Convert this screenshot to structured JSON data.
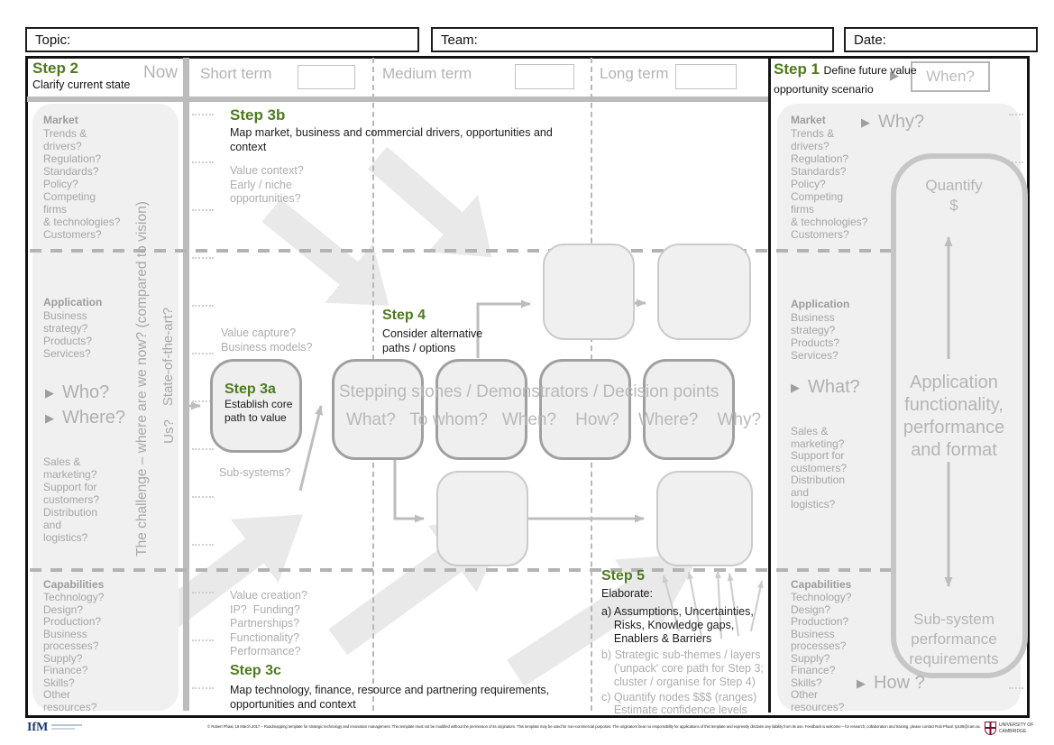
{
  "colors": {
    "accent_green": "#4e7b1f",
    "hint_gray": "#adadad",
    "panel_gray": "#f0f0f0"
  },
  "top_bar": {
    "topic_label": "Topic:",
    "team_label": "Team:",
    "date_label": "Date:"
  },
  "header": {
    "step2": {
      "title": "Step 2",
      "subtitle": "Clarify current state",
      "now_label": "Now"
    },
    "timeline": {
      "short_label": "Short term",
      "medium_label": "Medium term",
      "long_label": "Long term"
    },
    "step1": {
      "title": "Step 1",
      "subtitle": "Define future value opportunity scenario",
      "when_label": "When?"
    }
  },
  "left_panel": {
    "market_heading": "Market",
    "market_items": "Trends &\ndrivers?\nRegulation?\nStandards?\nPolicy?\nCompeting\nfirms\n& technologies?\nCustomers?",
    "application_heading": "Application",
    "application_items": "Business\nstrategy?\nProducts?\nServices?",
    "who_label": "Who?",
    "where_label": "Where?",
    "sales_items": "Sales &\nmarketing?\nSupport for\ncustomers?\nDistribution\nand\nlogistics?",
    "capabilities_heading": "Capabilities",
    "capabilities_items": "Technology?\nDesign?\nProduction?\nBusiness\nprocesses?\nSupply?\nFinance?\nSkills?\nOther\nresources?",
    "challenge_rotated": "The challenge  –  where are we now?  (compared to vision)",
    "state_of_art_rotated": "State-of-the-art?",
    "us_rotated": "Us?"
  },
  "center": {
    "step3b": {
      "title": "Step 3b",
      "desc": "Map market, business and commercial drivers, opportunities and\ncontext"
    },
    "value_context": "Value context?\nEarly / niche\nopportunities?",
    "value_capture": "Value capture?\nBusiness models?",
    "sub_systems": "Sub-systems?",
    "value_creation": "Value creation?\nIP?  Funding?\nPartnerships?\nFunctionality?\nPerformance?",
    "step3a": {
      "title": "Step 3a",
      "desc": "Establish core\npath to value"
    },
    "step4": {
      "title": "Step 4",
      "desc": "Consider alternative\npaths / options"
    },
    "stepping": {
      "line1": "Stepping stones / Demonstrators / Decision points",
      "line2": "What?   To whom?   When?    How?    Where?    Why?"
    },
    "step3c": {
      "title": "Step 3c",
      "desc": "Map technology, finance, resource and partnering requirements,\nopportunities and context"
    },
    "step5": {
      "title": "Step 5",
      "intro": "Elaborate:",
      "item_a": "a) Assumptions, Uncertainties,\n    Risks, Knowledge gaps,\n    Enablers & Barriers",
      "item_b": "b) Strategic sub-themes / layers\n    ('unpack' core path for Step 3;\n    cluster / organise for Step 4)",
      "item_c": "c) Quantify nodes $$$ (ranges)\n    Estimate confidence levels"
    }
  },
  "right_panel": {
    "market_heading": "Market",
    "market_items": "Trends &\ndrivers?\nRegulation?\nStandards?\nPolicy?\nCompeting\nfirms\n& technologies?\nCustomers?",
    "why_label": "Why?",
    "quantify_label": "Quantify",
    "dollar_label": "$",
    "application_heading": "Application",
    "application_items": "Business\nstrategy?\nProducts?\nServices?",
    "what_label": "What?",
    "app_functionality": "Application\nfunctionality,\nperformance\nand format",
    "sales_items": "Sales &\nmarketing?\nSupport for\ncustomers?\nDistribution\nand\nlogistics?",
    "capabilities_heading": "Capabilities",
    "capabilities_items": "Technology?\nDesign?\nProduction?\nBusiness\nprocesses?\nSupply?\nFinance?\nSkills?\nOther\nresources?",
    "subsystem_label": "Sub-system\nperformance\nrequirements",
    "how_label": "How ?"
  },
  "footer": {
    "ifm_label": "IfM",
    "copyright": "©  Robert Phaal, 18 March 2017 – Roadmapping template for strategic technology and innovation management. This template must not be modified without the permission of its originators. This template may be used for non-commercial purposes. The originators bear no responsibility for applications of this template and expressly disclaim any liability from its use. Feedback is welcome – for research, collaboration and training, please contact Rob Phaal: rp108@cam.ac.uk   cambridgeroadmapping.net",
    "cambridge_line1": "UNIVERSITY OF",
    "cambridge_line2": "CAMBRIDGE"
  }
}
